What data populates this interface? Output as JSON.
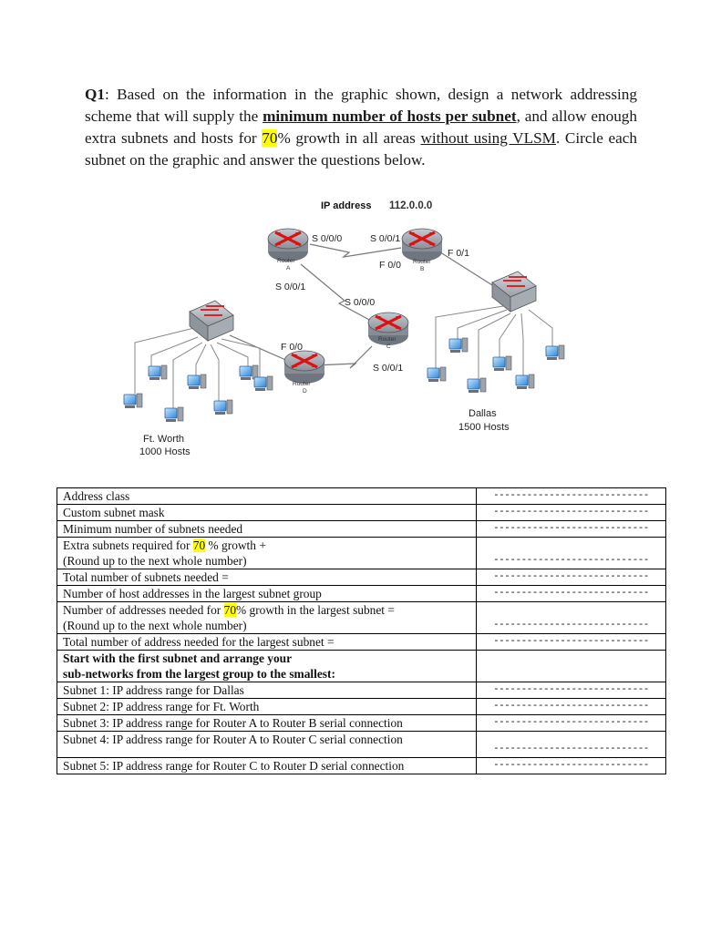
{
  "question": {
    "number": "Q1",
    "text_1": ": Based on the information in the graphic shown, design a network addressing scheme that will supply the ",
    "emphasis": "minimum number of hosts per subnet",
    "text_2": ", and allow enough extra subnets and hosts for ",
    "growth": "70",
    "text_3": "% growth in all areas ",
    "without_vlsm": "without using VLSM",
    "text_4": ". Circle each subnet on the graphic and answer the questions below."
  },
  "diagram": {
    "ip_label": "IP address",
    "ip_value": "112.0.0.0",
    "routers": {
      "a": {
        "name": "Router",
        "id": "A"
      },
      "b": {
        "name": "Router",
        "id": "B"
      },
      "c": {
        "name": "Router",
        "id": "C"
      },
      "d": {
        "name": "Router",
        "id": "D"
      }
    },
    "interfaces": {
      "a_s000": "S 0/0/0",
      "a_s001": "S 0/0/1",
      "b_s001": "S 0/0/1",
      "b_f00": "F 0/0",
      "b_f01": "F 0/1",
      "c_s000": "S 0/0/0",
      "c_s001": "S 0/0/1",
      "d_f00": "F 0/0"
    },
    "ftworth": {
      "name": "Ft. Worth",
      "hosts": "1000 Hosts"
    },
    "dallas": {
      "name": "Dallas",
      "hosts": "1500 Hosts"
    }
  },
  "table": {
    "blank": "----------------------------",
    "rows": [
      {
        "label": "Address class"
      },
      {
        "label": "Custom subnet mask"
      },
      {
        "label": "Minimum number of subnets needed"
      },
      {
        "label_a": "Extra subnets required for ",
        "hl": "70",
        "label_b": " % growth   +",
        "label_c": "(Round up to the next whole number)"
      },
      {
        "label": "Total number of subnets needed ="
      },
      {
        "label": "Number of host addresses in the largest subnet group"
      },
      {
        "label_a": "Number of addresses needed for ",
        "hl": "70",
        "label_b": "% growth in the largest subnet =",
        "label_c": "(Round up to the next whole number)"
      },
      {
        "label": "Total number of address needed for the largest subnet ="
      },
      {
        "label_a": "Start with the first subnet and arrange your",
        "label_b": "sub-networks from the largest group to the smallest:"
      },
      {
        "label": "Subnet 1: IP address range for Dallas"
      },
      {
        "label": "Subnet 2: IP address range for Ft. Worth"
      },
      {
        "label": "Subnet 3: IP address range for Router A to Router B serial connection"
      },
      {
        "label": "Subnet 4: IP address range for Router A to Router C serial connection"
      },
      {
        "label": "Subnet 5: IP address range for Router C to Router D serial connection"
      }
    ]
  }
}
